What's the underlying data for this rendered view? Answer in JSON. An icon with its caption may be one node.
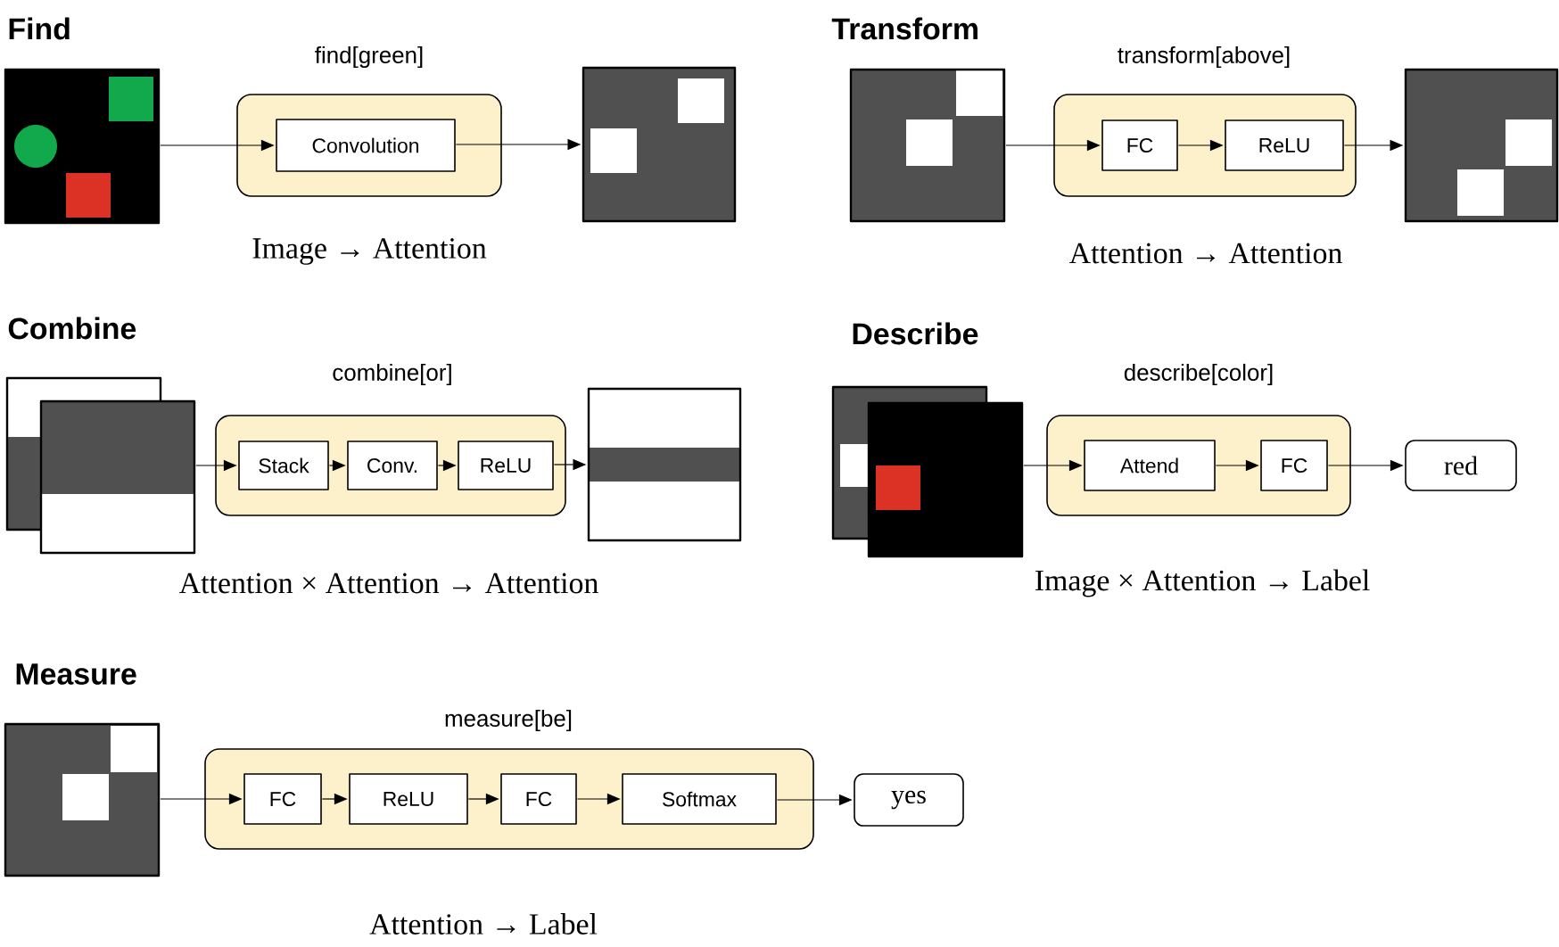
{
  "diagram": {
    "nodes": [
      {
        "text": [],
        "shape": "picture"
      },
      {
        "text": [
          "find[green]"
        ]
      },
      {
        "text": [
          "Convolution"
        ],
        "in": 1
      },
      {
        "text": [],
        "shape": "picture"
      },
      {
        "text": [],
        "shape": "picture"
      },
      {
        "text": [
          "transform[above]"
        ]
      },
      {
        "text": [
          "FC"
        ],
        "in": 5
      },
      {
        "text": [
          "ReLU"
        ],
        "in": 5
      },
      {
        "text": [],
        "shape": "picture"
      },
      {
        "text": [],
        "shape": "picture"
      },
      {
        "text": [],
        "shape": "picture"
      },
      {
        "text": [
          "combine[or]"
        ]
      },
      {
        "text": [
          "Stack"
        ],
        "in": 11
      },
      {
        "text": [
          "Conv."
        ],
        "in": 11
      },
      {
        "text": [
          "ReLU"
        ],
        "in": 11
      },
      {
        "text": [],
        "shape": "picture"
      },
      {
        "text": [],
        "shape": "picture"
      },
      {
        "text": [],
        "shape": "picture"
      },
      {
        "text": [
          "describe[color]"
        ]
      },
      {
        "text": [
          "Attend"
        ],
        "in": 18
      },
      {
        "text": [
          "FC"
        ],
        "in": 18
      },
      {
        "text": [
          "red"
        ]
      },
      {
        "text": [],
        "shape": "picture"
      },
      {
        "text": [
          "measure[be]"
        ]
      },
      {
        "text": [
          "FC"
        ],
        "in": 23
      },
      {
        "text": [
          "ReLU"
        ],
        "in": 23
      },
      {
        "text": [
          "FC"
        ],
        "in": 23
      },
      {
        "text": [
          "Softmax"
        ],
        "in": 23
      },
      {
        "text": [
          "yes"
        ]
      }
    ],
    "edges": [
      {
        "from": 0,
        "to": 2,
        "arrow": "to"
      },
      {
        "from": 2,
        "to": 3,
        "arrow": "to"
      },
      {
        "from": 4,
        "to": 6,
        "arrow": "to"
      },
      {
        "from": 6,
        "to": 7,
        "arrow": "to"
      },
      {
        "from": 7,
        "to": 8,
        "arrow": "to"
      },
      {
        "from": 10,
        "to": 12,
        "arrow": "to"
      },
      {
        "from": 12,
        "to": 13,
        "arrow": "to"
      },
      {
        "from": 13,
        "to": 14,
        "arrow": "to"
      },
      {
        "from": 14,
        "to": 15,
        "arrow": "to"
      },
      {
        "from": 17,
        "to": 19,
        "arrow": "to"
      },
      {
        "from": 19,
        "to": 20,
        "arrow": "to"
      },
      {
        "from": 20,
        "to": 21,
        "arrow": "to"
      },
      {
        "from": 22,
        "to": 24,
        "arrow": "to"
      },
      {
        "from": 24,
        "to": 25,
        "arrow": "to"
      },
      {
        "from": 25,
        "to": 26,
        "arrow": "to"
      },
      {
        "from": 26,
        "to": 27,
        "arrow": "to"
      },
      {
        "from": 27,
        "to": 28,
        "arrow": "to"
      }
    ],
    "labels": [
      "Find",
      "Transform",
      "Image → Attention",
      "Attention → Attention",
      "Combine",
      "Describe",
      "Attention × Attention → Attention",
      "Image × Attention → Label",
      "Measure",
      "Attention → Label"
    ]
  }
}
